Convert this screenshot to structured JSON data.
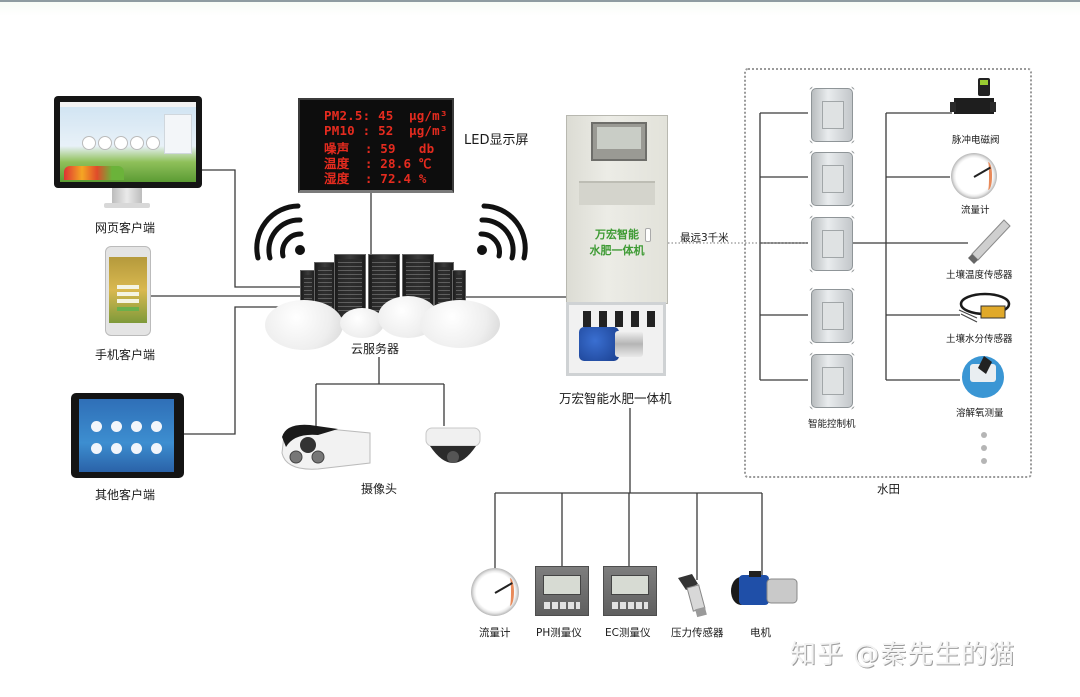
{
  "diagram": {
    "title": "万宏智能水肥一体机 系统架构",
    "clients": {
      "web": "网页客户端",
      "mobile": "手机客户端",
      "other": "其他客户端"
    },
    "led_display": {
      "label": "LED显示屏",
      "rows": [
        "PM2.5: 45  μg/m³",
        "PM10 : 52  μg/m³",
        "噪声  : 59   db",
        "温度  : 28.6 ℃",
        "湿度  : 72.4 %"
      ]
    },
    "cloud": {
      "label": "云服务器"
    },
    "cameras": {
      "label": "摄像头"
    },
    "machine": {
      "panel_line1": "万宏智能",
      "panel_line2": "水肥一体机",
      "label": "万宏智能水肥一体机",
      "distance_label": "最远3千米"
    },
    "field": {
      "label": "水田",
      "controller_label": "智能控制机",
      "controller_count": 5,
      "sensors": [
        "脉冲电磁阀",
        "流量计",
        "土壤温度传感器",
        "土壤水分传感器",
        "溶解氧测量"
      ]
    },
    "bottom_devices": [
      "流量计",
      "PH测量仪",
      "EC测量仪",
      "压力传感器",
      "电机"
    ],
    "watermark": "知乎 @秦先生的猫"
  }
}
